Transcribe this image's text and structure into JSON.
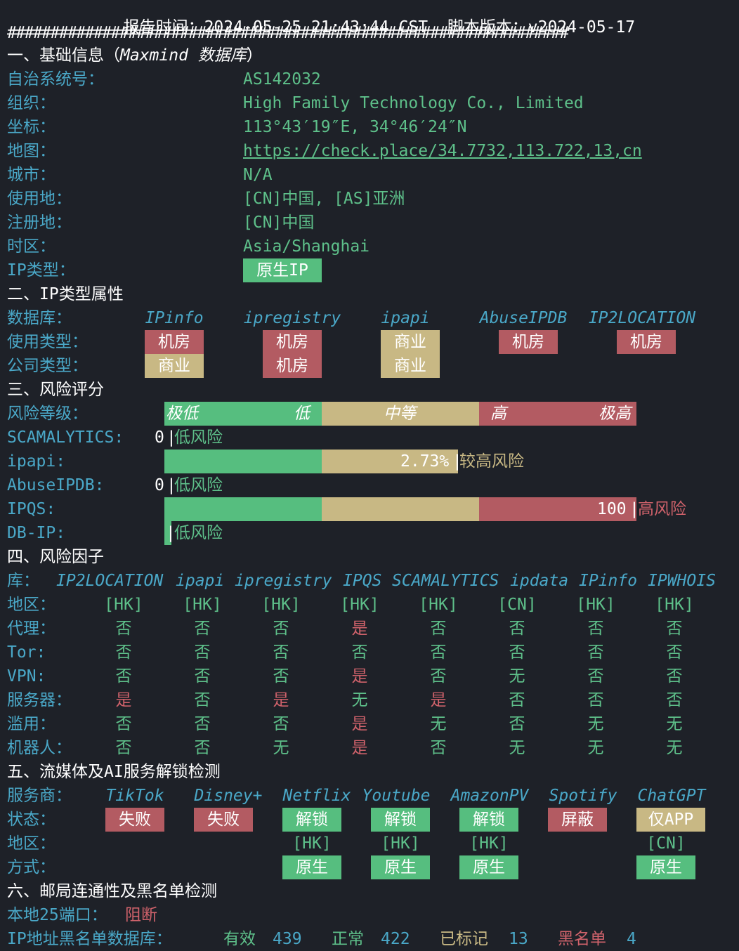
{
  "header": {
    "report_time_label": "报告时间：",
    "report_time": "2024-05-25 21:43:44 CST",
    "script_version_label": "脚本版本：",
    "script_version": "v2024-05-17",
    "hash_line": "#################################################################"
  },
  "section1": {
    "title_prefix": "一、基础信息（",
    "title_italic": "Maxmind 数据库",
    "title_suffix": "）",
    "rows": [
      {
        "label": "自治系统号：",
        "value": "AS142032"
      },
      {
        "label": "组织：",
        "value": "High Family Technology Co., Limited"
      },
      {
        "label": "坐标：",
        "value": "113°43′19″E, 34°46′24″N"
      },
      {
        "label": "地图：",
        "value": "https://check.place/34.7732,113.722,13,cn"
      },
      {
        "label": "城市：",
        "value": "N/A"
      },
      {
        "label": "使用地：",
        "value": "[CN]中国, [AS]亚洲"
      },
      {
        "label": "注册地：",
        "value": "[CN]中国"
      },
      {
        "label": "时区：",
        "value": "Asia/Shanghai"
      }
    ],
    "ip_type_label": "IP类型：",
    "ip_type_value": "原生IP",
    "colors": {
      "cyan": "#4aa8c8",
      "green": "#5ec08a",
      "red": "#d0626b",
      "yellow": "#c8b884"
    }
  },
  "section2": {
    "title": "二、IP类型属性",
    "db_label": "数据库：",
    "databases": [
      "IPinfo",
      "ipregistry",
      "ipapi",
      "AbuseIPDB",
      "IP2LOCATION"
    ],
    "usage_label": "使用类型：",
    "usage": [
      "机房",
      "机房",
      "商业",
      "机房",
      "机房"
    ],
    "company_label": "公司类型：",
    "company": [
      "商业",
      "机房",
      "商业"
    ]
  },
  "section3": {
    "title": "三、风险评分",
    "level_label": "风险等级：",
    "levels": [
      "极低",
      "低",
      "中等",
      "高",
      "极高"
    ],
    "rows": [
      {
        "label": "SCAMALYTICS:",
        "score": "0",
        "verdict": "低风险"
      },
      {
        "label": "ipapi:",
        "score": "2.73%",
        "verdict": "较高风险"
      },
      {
        "label": "AbuseIPDB:",
        "score": "0",
        "verdict": "低风险"
      },
      {
        "label": "IPQS:",
        "score": "100",
        "verdict": "高风险"
      },
      {
        "label": "DB-IP:",
        "score": "",
        "verdict": "低风险"
      }
    ]
  },
  "section4": {
    "title": "四、风险因子",
    "lib_label": "库：",
    "libs": [
      "IP2LOCATION",
      "ipapi",
      "ipregistry",
      "IPQS",
      "SCAMALYTICS",
      "ipdata",
      "IPinfo",
      "IPWHOIS"
    ],
    "rows": [
      {
        "label": "地区：",
        "values": [
          "[HK]",
          "[HK]",
          "[HK]",
          "[HK]",
          "[HK]",
          "[CN]",
          "[HK]",
          "[HK]"
        ]
      },
      {
        "label": "代理：",
        "values": [
          "否",
          "否",
          "否",
          "是",
          "否",
          "否",
          "否",
          "否"
        ]
      },
      {
        "label": "Tor:",
        "values": [
          "否",
          "否",
          "否",
          "否",
          "否",
          "否",
          "否",
          "否"
        ]
      },
      {
        "label": "VPN:",
        "values": [
          "否",
          "否",
          "否",
          "是",
          "否",
          "无",
          "否",
          "否"
        ]
      },
      {
        "label": "服务器：",
        "values": [
          "是",
          "否",
          "是",
          "无",
          "是",
          "否",
          "否",
          "否"
        ]
      },
      {
        "label": "滥用：",
        "values": [
          "否",
          "否",
          "否",
          "是",
          "无",
          "否",
          "无",
          "无"
        ]
      },
      {
        "label": "机器人：",
        "values": [
          "否",
          "否",
          "无",
          "是",
          "否",
          "无",
          "无",
          "无"
        ]
      }
    ]
  },
  "section5": {
    "title": "五、流媒体及AI服务解锁检测",
    "provider_label": "服务商：",
    "providers": [
      "TikTok",
      "Disney+",
      "Netflix",
      "Youtube",
      "AmazonPV",
      "Spotify",
      "ChatGPT"
    ],
    "status_label": "状态：",
    "status": [
      "失败",
      "失败",
      "解锁",
      "解锁",
      "解锁",
      "屏蔽",
      "仅APP"
    ],
    "region_label": "地区：",
    "regions": [
      "",
      "",
      "[HK]",
      "[HK]",
      "[HK]",
      "",
      "[CN]"
    ],
    "method_label": "方式：",
    "methods": [
      "",
      "",
      "原生",
      "原生",
      "原生",
      "",
      "原生"
    ]
  },
  "section6": {
    "title": "六、邮局连通性及黑名单检测",
    "port_label": "本地25端口：",
    "port_value": "阻断",
    "bl_label": "IP地址黑名单数据库：",
    "valid_label": "有效",
    "valid": "439",
    "normal_label": "正常",
    "normal": "422",
    "marked_label": "已标记",
    "marked": "13",
    "black_label": "黑名单",
    "black": "4"
  }
}
